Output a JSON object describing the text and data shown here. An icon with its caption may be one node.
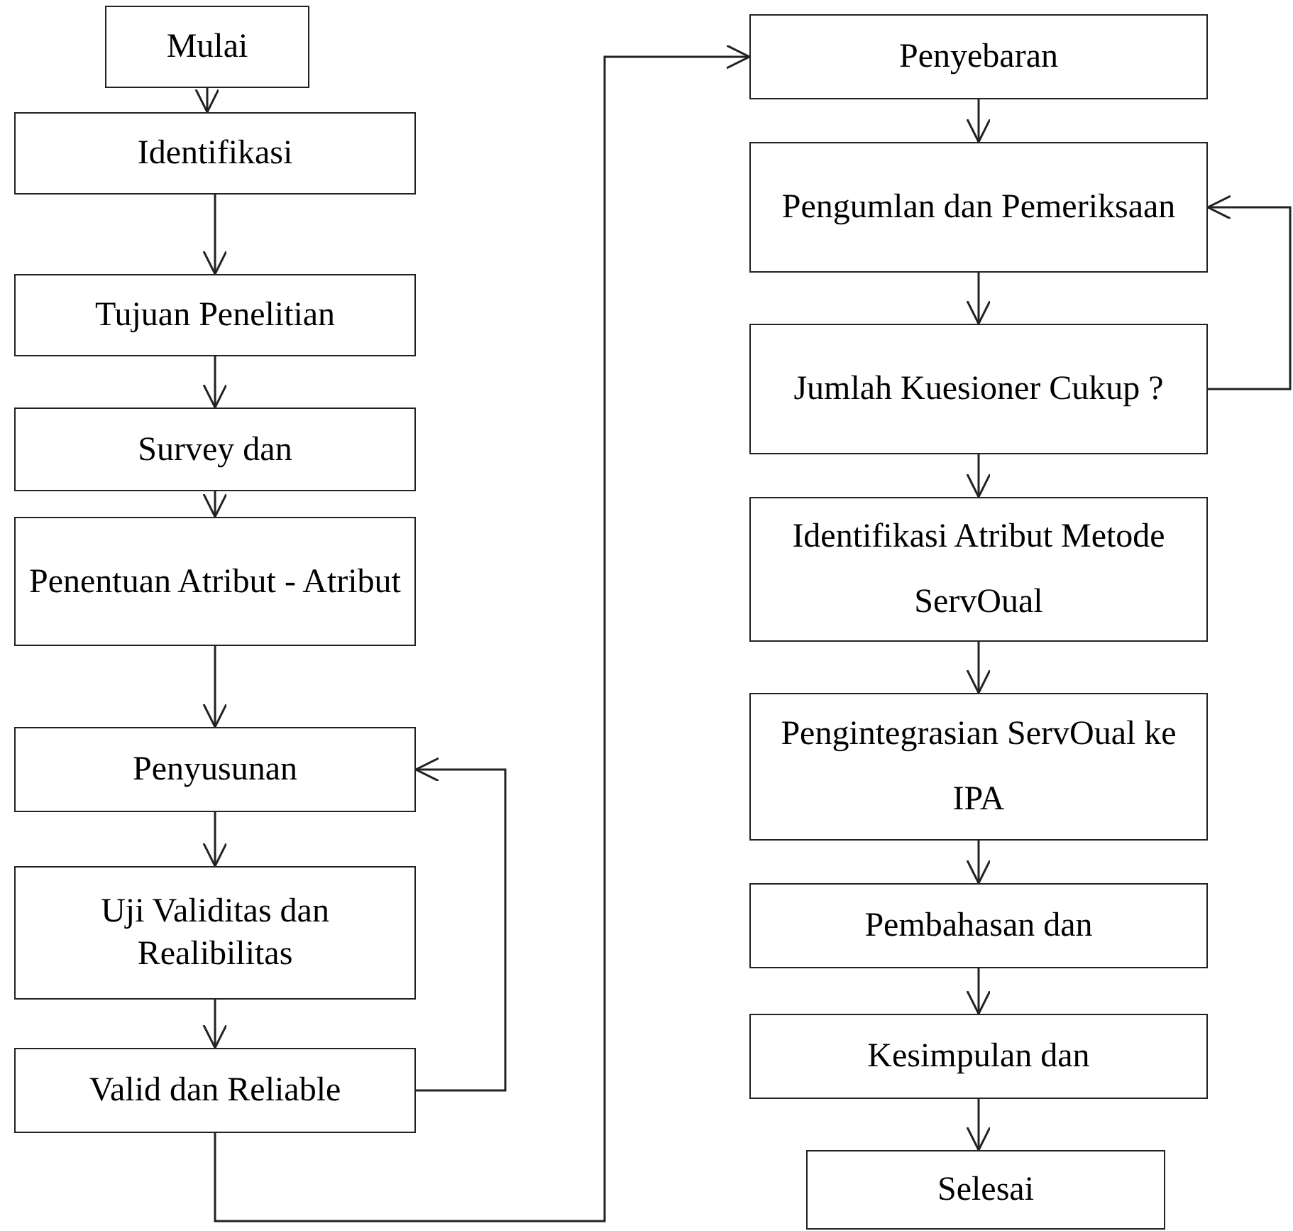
{
  "diagram": {
    "nodes": [
      {
        "text": [
          "Mulai"
        ]
      },
      {
        "text": [
          "Identifikasi"
        ]
      },
      {
        "text": [
          "Tujuan Penelitian"
        ]
      },
      {
        "text": [
          "Survey dan"
        ]
      },
      {
        "text": [
          "Penentuan Atribut - Atribut"
        ]
      },
      {
        "text": [
          "Penyusunan"
        ]
      },
      {
        "text": [
          "Uji Validitas dan Realibilitas"
        ]
      },
      {
        "text": [
          "Valid dan Reliable"
        ]
      },
      {
        "text": [
          "Penyebaran"
        ]
      },
      {
        "text": [
          "Pengumlan dan Pemeriksaan"
        ]
      },
      {
        "text": [
          "Jumlah Kuesioner Cukup ?"
        ]
      },
      {
        "text": [
          "Identifikasi Atribut Metode ServOual"
        ]
      },
      {
        "text": [
          "Pengintegrasian ServOual ke IPA"
        ]
      },
      {
        "text": [
          "Pembahasan dan"
        ]
      },
      {
        "text": [
          "Kesimpulan dan"
        ]
      },
      {
        "text": [
          "Selesai"
        ]
      }
    ],
    "edges": [
      {
        "from": 0,
        "to": 1,
        "arrow": "to"
      },
      {
        "from": 1,
        "to": 2,
        "arrow": "to"
      },
      {
        "from": 2,
        "to": 3,
        "arrow": "to"
      },
      {
        "from": 3,
        "to": 4,
        "arrow": "to"
      },
      {
        "from": 4,
        "to": 5,
        "arrow": "to"
      },
      {
        "from": 5,
        "to": 6,
        "arrow": "to"
      },
      {
        "from": 6,
        "to": 7,
        "arrow": "to"
      },
      {
        "from": 7,
        "to": 5,
        "arrow": "to"
      },
      {
        "from": 7,
        "to": 8,
        "arrow": "to"
      },
      {
        "from": 8,
        "to": 9,
        "arrow": "to"
      },
      {
        "from": 9,
        "to": 10,
        "arrow": "to"
      },
      {
        "from": 10,
        "to": 9,
        "arrow": "to"
      },
      {
        "from": 10,
        "to": 11,
        "arrow": "to"
      },
      {
        "from": 11,
        "to": 12,
        "arrow": "to"
      },
      {
        "from": 12,
        "to": 13,
        "arrow": "to"
      },
      {
        "from": 13,
        "to": 14,
        "arrow": "to"
      },
      {
        "from": 14,
        "to": 15,
        "arrow": "to"
      }
    ]
  }
}
